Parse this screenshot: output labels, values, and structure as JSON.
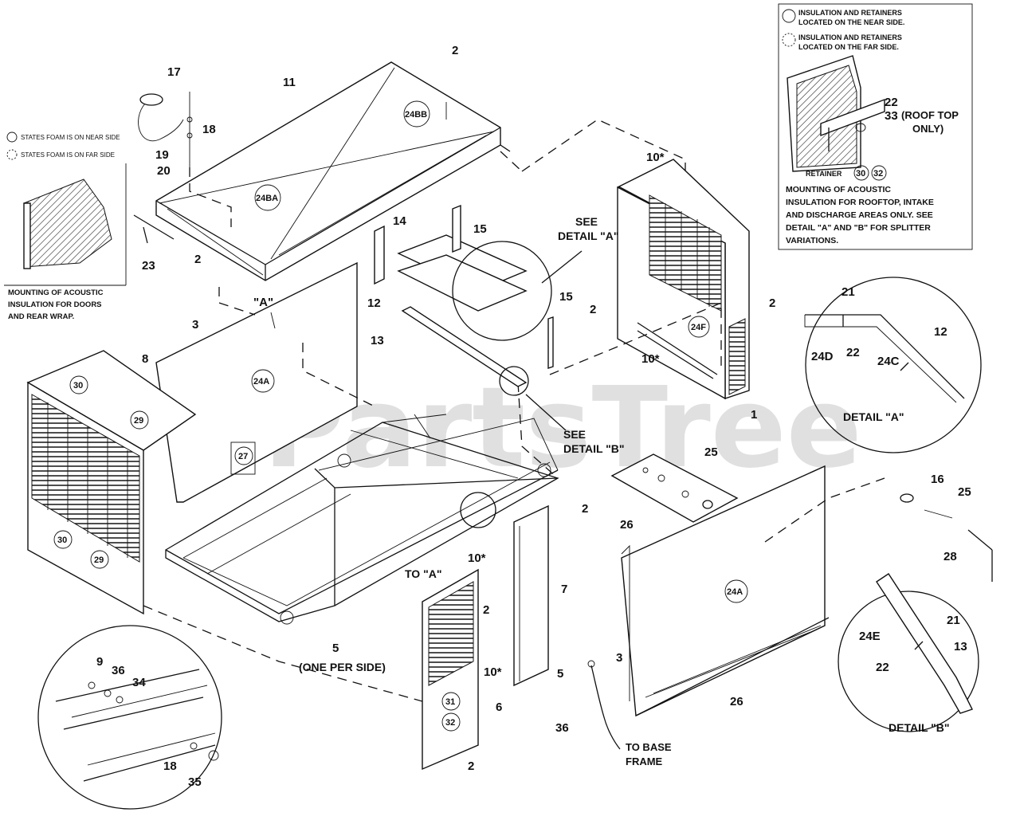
{
  "watermark": "PartsTree",
  "callouts": {
    "c1": "1",
    "c2a": "2",
    "c2b": "2",
    "c2c": "2",
    "c2d": "2",
    "c2e": "2",
    "c2f": "2",
    "c2g": "2",
    "c3a": "3",
    "c3b": "3",
    "c5a": "5",
    "c5b": "5",
    "c6": "6",
    "c7": "7",
    "c8": "8",
    "c9": "9",
    "c10a": "10*",
    "c10b": "10*",
    "c10c": "10*",
    "c10d": "10*",
    "c11": "11",
    "c12a": "12",
    "c12b": "12",
    "c13a": "13",
    "c13b": "13",
    "c14": "14",
    "c15a": "15",
    "c15b": "15",
    "c16": "16",
    "c17": "17",
    "c18a": "18",
    "c18b": "18",
    "c19": "19",
    "c20": "20",
    "c21a": "21",
    "c21b": "21",
    "c22a": "22",
    "c22b": "22",
    "c22c": "22",
    "c23": "23",
    "c24c": "24C",
    "c24d": "24D",
    "c24e": "24E",
    "c25a": "25",
    "c25b": "25",
    "c26a": "26",
    "c26b": "26",
    "c28": "28",
    "c33": "33",
    "c34": "34",
    "c35": "35",
    "c36a": "36",
    "c36b": "36",
    "a_label": "\"A\""
  },
  "circle_tags": {
    "t24bb": "24BB",
    "t24ba": "24BA",
    "t24a1": "24A",
    "t24a2": "24A",
    "t24f": "24F",
    "t30a": "30",
    "t29a": "29",
    "t30b": "30",
    "t29b": "29",
    "t27": "27",
    "t31": "31",
    "t32": "32",
    "t30c": "30",
    "t32c": "32"
  },
  "notes": {
    "one_per_side": "(ONE PER SIDE)",
    "to_a": "TO \"A\"",
    "see_a_1": "SEE",
    "see_a_2": "DETAIL \"A\"",
    "see_b_1": "SEE",
    "see_b_2": "DETAIL \"B\"",
    "to_base_1": "TO BASE",
    "to_base_2": "FRAME",
    "roof_1": "(ROOF TOP",
    "roof_2": "ONLY)",
    "retainer": "RETAINER",
    "detail_a": "DETAIL \"A\"",
    "detail_b": "DETAIL \"B\"",
    "legend_near_1": "INSULATION AND RETAINERS",
    "legend_near_2": "LOCATED ON THE NEAR SIDE.",
    "legend_far_1": "INSULATION AND RETAINERS",
    "legend_far_2": "LOCATED ON THE FAR SIDE.",
    "mount_right_1": "MOUNTING OF ACOUSTIC",
    "mount_right_2": "INSULATION FOR ROOFTOP, INTAKE",
    "mount_right_3": "AND DISCHARGE AREAS ONLY. SEE",
    "mount_right_4": "DETAIL \"A\" AND \"B\" FOR SPLITTER",
    "mount_right_5": "VARIATIONS.",
    "foam_near": "STATES FOAM IS ON NEAR SIDE",
    "foam_far": "STATES FOAM IS ON FAR SIDE",
    "mount_left_1": "MOUNTING OF ACOUSTIC",
    "mount_left_2": "INSULATION FOR DOORS",
    "mount_left_3": "AND REAR WRAP."
  }
}
